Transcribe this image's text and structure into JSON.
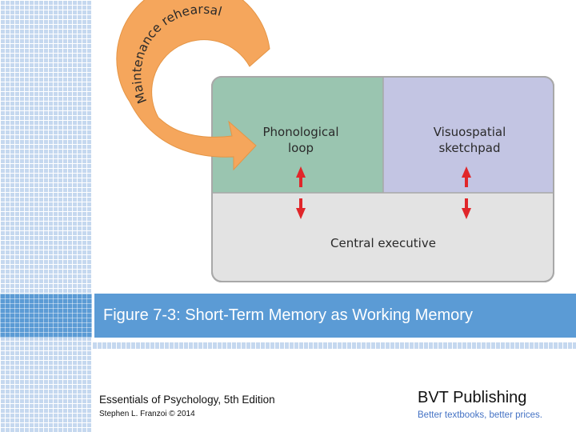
{
  "diagram": {
    "arrow_label": "Maintenance rehearsal",
    "phonological_line1": "Phonological",
    "phonological_line2": "loop",
    "visuospatial_line1": "Visuospatial",
    "visuospatial_line2": "sketchpad",
    "central_executive": "Central executive",
    "colors": {
      "phonological": "#9ac5b0",
      "visuospatial": "#c3c5e3",
      "central": "#e3e3e3",
      "arrow": "#f5a65c",
      "bidirectional_arrows": "#e0262a"
    }
  },
  "caption": "Figure 7-3: Short-Term Memory as Working Memory",
  "footer": {
    "book_title": "Essentials of Psychology, 5th Edition",
    "author": "Stephen L. Franzoi © 2014",
    "publisher": "BVT Publishing",
    "tagline": "Better textbooks, better prices."
  },
  "theme": {
    "accent": "#5b9bd5",
    "grid_light": "#c5d8ef"
  }
}
